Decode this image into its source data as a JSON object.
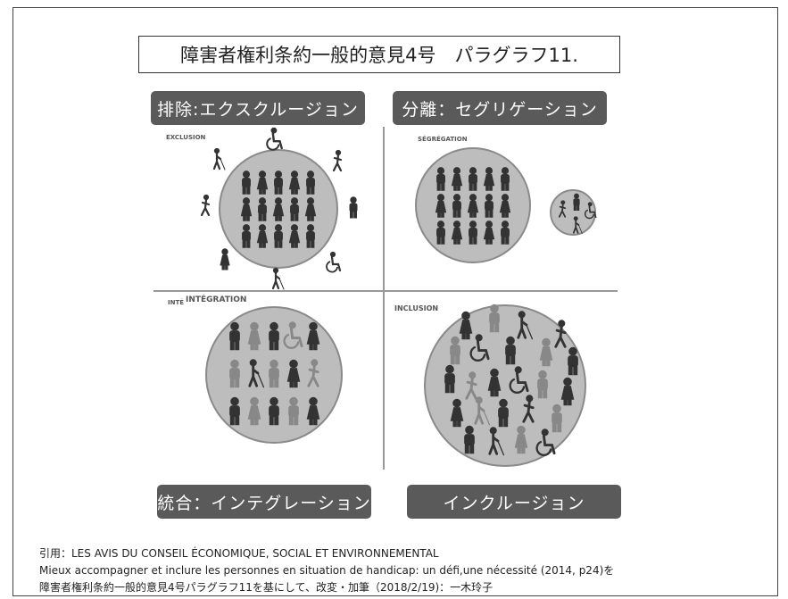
{
  "title": "障害者権利条約一般的意見4号　パラグラフ11.",
  "labels": {
    "exclusion": "排除:エクスクルージョン",
    "segregation": "分離：セグリゲーション",
    "integration": "統合：インテグレーション",
    "inclusion": "インクルージョン"
  },
  "panel_tags": {
    "exclusion": "EXCLUSION",
    "segregation": "SÉGRÉGATION",
    "integration_prefix": "INTÉ",
    "integration": "INTÉGRATION",
    "inclusion": "INCLUSION"
  },
  "caption": {
    "line1": "引用：LES AVIS DU CONSEIL ÉCONOMIQUE, SOCIAL ET ENVIRONNEMENTAL",
    "line2": "Mieux accompagner et inclure les personnes en situation de handicap: un défi,une nécessité (2014, p24)を",
    "line3": "障害者権利条約一般的意見4号パラグラフ11を基にして、改変・加筆（2018/2/19)：一木玲子"
  },
  "colors": {
    "circle_fill": "#bdbdbd",
    "circle_stroke": "#8a8a8a",
    "figure_dark": "#333333",
    "figure_light": "#888888",
    "divider": "#999999",
    "label_bg": "#5a5a5a"
  }
}
